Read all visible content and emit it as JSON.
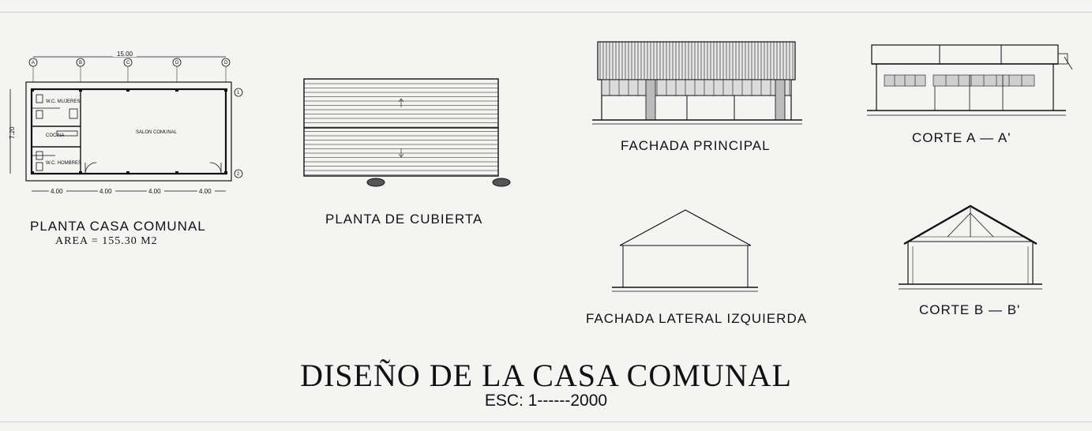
{
  "sheet": {
    "title": "DISEÑO DE LA CASA COMUNAL",
    "scale": "ESC: 1------2000"
  },
  "views": {
    "planta_casa": {
      "label": "PLANTA CASA COMUNAL",
      "area": "AREA = 155.30 M2",
      "overall_width": "15.00",
      "overall_depth": "7.20",
      "segments": [
        "4.00",
        "4.00",
        "4.00",
        "4.00"
      ],
      "axes_top": [
        "A",
        "B",
        "C",
        "D",
        "D"
      ],
      "axes_side": [
        "1",
        "2"
      ],
      "rooms": {
        "wc_mujeres": "W.C. MUJERES",
        "wc_hombres": "W.C. HOMBRES",
        "cocina": "COCINA",
        "salon": "SALON COMUNAL"
      }
    },
    "planta_cubierta": {
      "label": "PLANTA DE CUBIERTA"
    },
    "fachada_principal": {
      "label": "FACHADA PRINCIPAL"
    },
    "corte_aa": {
      "label": "CORTE A — A'"
    },
    "fachada_lateral": {
      "label": "FACHADA LATERAL IZQUIERDA"
    },
    "corte_bb": {
      "label": "CORTE B — B'"
    }
  }
}
